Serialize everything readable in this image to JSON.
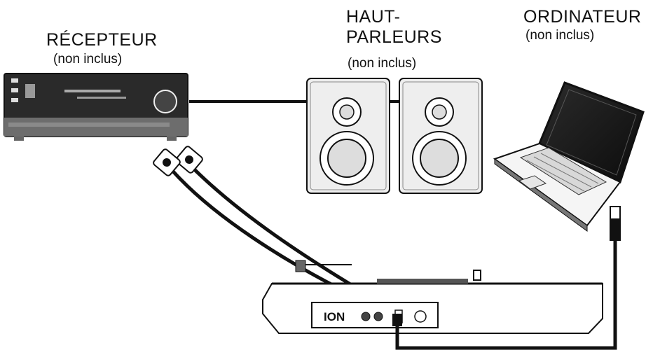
{
  "labels": {
    "receiver": {
      "title": "RÉCEPTEUR",
      "note": "(non inclus)"
    },
    "speakers": {
      "title": "HAUT-\nPARLEURS",
      "note": "(non inclus)"
    },
    "computer": {
      "title": "ORDINATEUR",
      "note": "(non inclus)"
    }
  },
  "turntable": {
    "brand": "ION"
  },
  "colors": {
    "line": "#111111",
    "device_gray": "#555555",
    "panel_dark": "#2a2a2a",
    "speaker_fill": "#eeeeee"
  }
}
